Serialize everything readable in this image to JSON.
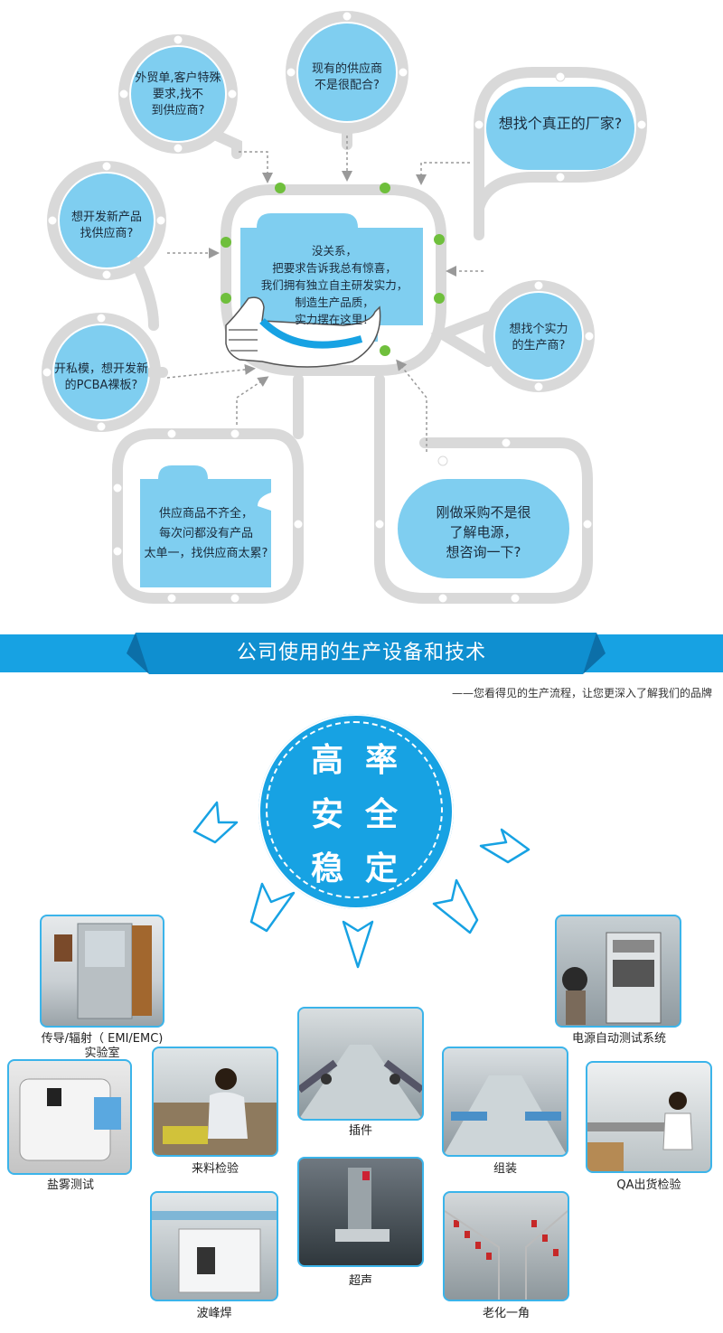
{
  "bubbles": {
    "foreign_trade": "外贸单,客户特殊\n要求,找不\n到供应商?",
    "current_supplier": "现有的供应商\n不是很配合?",
    "real_factory": "想找个真正的厂家?",
    "new_product": "想开发新产品\n找供应商?",
    "private_mold": "开私模，想开发新\n的PCBA裸板?",
    "strong_producer": "想找个实力\n的生产商?",
    "incomplete_products": "供应商品不齐全，\n每次问都没有产品\n太单一，找供应商太累?",
    "new_buyer": "刚做采购不是很\n了解电源，\n想咨询一下?"
  },
  "center": {
    "line1": "没关系，",
    "line2": "把要求告诉我总有惊喜，",
    "line3": "我们拥有独立自主研发实力，",
    "line4": "制造生产品质，",
    "line5": "实力摆在这里！"
  },
  "banner": {
    "title": "公司使用的生产设备和技术",
    "subtitle": "——您看得见的生产流程，让您更深入了解我们的品牌"
  },
  "values": {
    "g1": "高",
    "g2": "率",
    "g3": "安",
    "g4": "全",
    "g5": "稳",
    "g6": "定"
  },
  "photos": {
    "emi": "传导/辐射（ EMI/EMC)\n实验室",
    "power_test": "电源自动测试系统",
    "salt_spray": "盐雾测试",
    "incoming": "来料检验",
    "insert": "插件",
    "assembly": "组装",
    "qa": "QA出货检验",
    "ultrasonic": "超声",
    "wave_solder": "波峰焊",
    "aging": "老化一角"
  },
  "colors": {
    "bubble_fill": "#7fcef0",
    "ring": "#d9d9d9",
    "accent": "#17a2e3",
    "dot_green": "#6fbf3c"
  }
}
